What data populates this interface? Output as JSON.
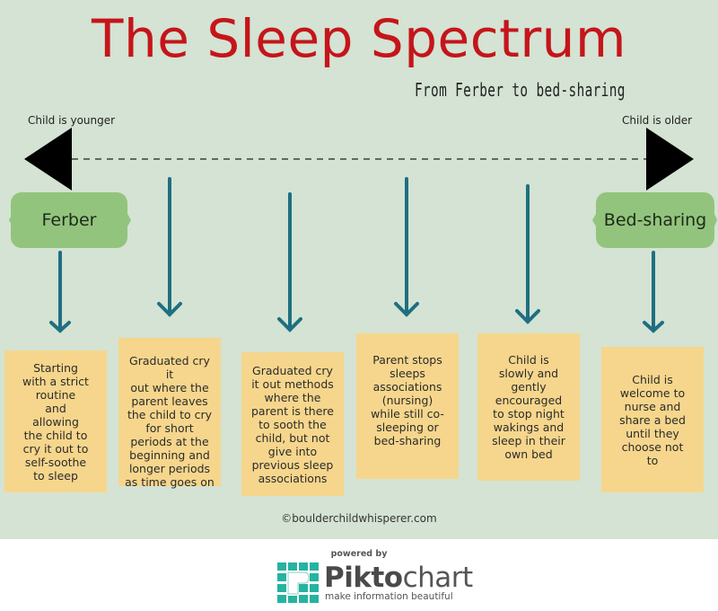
{
  "title": "The Sleep Spectrum",
  "subtitle": "From Ferber to bed-sharing",
  "axis": {
    "left_label": "Child is younger",
    "right_label": "Child is older",
    "left_icon": "triangle-left-icon",
    "right_icon": "triangle-right-icon"
  },
  "endpoints": {
    "left": "Ferber",
    "right": "Bed-sharing"
  },
  "steps": [
    {
      "text": "Starting with a strict routine and allowing the child to cry it out to self-soothe to sleep",
      "lines": [
        "Starting",
        "with a strict",
        "routine",
        "and",
        "allowing",
        "the child to",
        "cry it out to",
        "self-soothe",
        "to sleep"
      ]
    },
    {
      "text": "Graduated cry it out where the parent leaves the child to cry for short periods at the beginning and longer periods as time goes on",
      "lines": [
        "Graduated cry it",
        "out where the",
        "parent leaves",
        "the child to cry",
        "for short",
        "periods at the",
        "beginning and",
        "longer periods",
        "as time goes on"
      ]
    },
    {
      "text": "Graduated cry it out methods where the parent is there to sooth the child, but not give into previous sleep associations",
      "lines": [
        "Graduated cry",
        "it out methods",
        "where the",
        "parent is there",
        "to sooth the",
        "child, but not",
        "give into",
        "previous sleep",
        "associations"
      ]
    },
    {
      "text": "Parent stops sleeps associations (nursing) while still co-sleeping or bed-sharing",
      "lines": [
        "Parent stops",
        "sleeps",
        "associations",
        "(nursing)",
        "while still co-",
        "sleeping or",
        "bed-sharing"
      ]
    },
    {
      "text": "Child is slowly and gently encouraged to stop night wakings and sleep in their own bed",
      "lines": [
        "Child is",
        "slowly and",
        "gently",
        "encouraged",
        "to stop night",
        "wakings and",
        "sleep in their",
        "own bed"
      ]
    },
    {
      "text": "Child is welcome to nurse and share a bed until they choose not to",
      "lines": [
        "Child is",
        "welcome to",
        "nurse and",
        "share a bed",
        "until they",
        "choose not",
        "to"
      ]
    }
  ],
  "credit": "©boulderchildwhisperer.com",
  "footer": {
    "powered_by": "powered by",
    "brand_bold": "Pikto",
    "brand_light": "chart",
    "tagline": "make information beautiful",
    "logo_icon": "piktochart-logo-icon"
  },
  "colors": {
    "background": "#d4e3d3",
    "title": "#c5151b",
    "pill": "#93c47d",
    "note": "#f6d68c",
    "arrow": "#1f6f82",
    "logo": "#26b3a0"
  }
}
